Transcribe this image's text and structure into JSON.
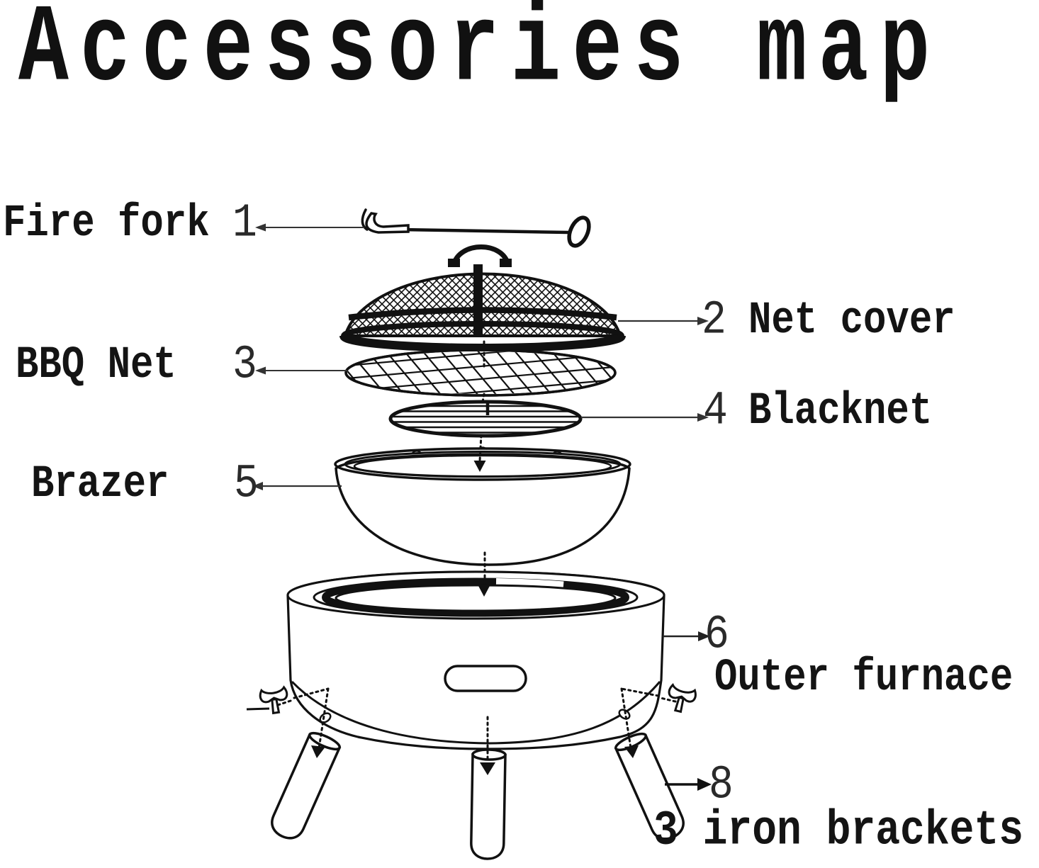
{
  "title": "Accessories map",
  "colors": {
    "ink": "#111111",
    "background": "#ffffff"
  },
  "parts": [
    {
      "number": "1",
      "label": "Fire fork",
      "side": "left"
    },
    {
      "number": "2",
      "label": "Net cover",
      "side": "right"
    },
    {
      "number": "3",
      "label": "BBQ Net",
      "side": "left"
    },
    {
      "number": "4",
      "label": "Blacknet",
      "side": "right"
    },
    {
      "number": "5",
      "label": "Brazer",
      "side": "left"
    },
    {
      "number": "6",
      "label": "Outer furnace",
      "side": "right"
    },
    {
      "number": "8",
      "label": "3 iron brackets",
      "side": "right"
    }
  ]
}
